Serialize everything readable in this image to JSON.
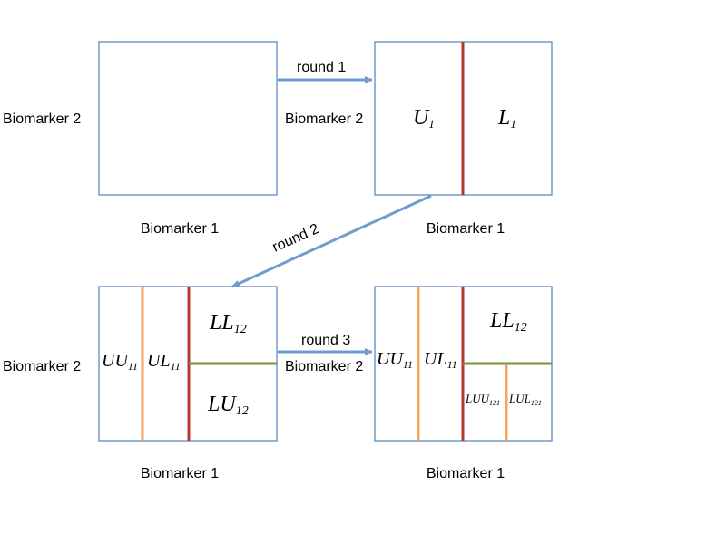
{
  "colors": {
    "box_border": "#4f81bd",
    "arrow": "#6f9bd1",
    "split_red": "#b03a2e",
    "split_orange": "#f4a460",
    "split_green": "#77933c"
  },
  "panels": [
    {
      "xlabel": "Biomarker 1",
      "ylabel": "Biomarker 2"
    },
    {
      "xlabel": "Biomarker 1",
      "ylabel": "Biomarker 2"
    },
    {
      "xlabel": "Biomarker 1",
      "ylabel": "Biomarker 2"
    },
    {
      "xlabel": "Biomarker 1",
      "ylabel": "Biomarker 2"
    }
  ],
  "arrows": {
    "round1": "round 1",
    "round2": "round 2",
    "round3": "round 3"
  },
  "regions": {
    "p2": {
      "u1": {
        "main": "U",
        "sub": "1"
      },
      "l1": {
        "main": "L",
        "sub": "1"
      }
    },
    "p3": {
      "uu11": {
        "main": "UU",
        "sub": "11"
      },
      "ul11": {
        "main": "UL",
        "sub": "11"
      },
      "ll12": {
        "main": "LL",
        "sub": "12"
      },
      "lu12": {
        "main": "LU",
        "sub": "12"
      }
    },
    "p4": {
      "uu11": {
        "main": "UU",
        "sub": "11"
      },
      "ul11": {
        "main": "UL",
        "sub": "11"
      },
      "ll12": {
        "main": "LL",
        "sub": "12"
      },
      "luu121": {
        "main": "LUU",
        "sub": "121"
      },
      "lul121": {
        "main": "LUL",
        "sub": "121"
      }
    }
  }
}
